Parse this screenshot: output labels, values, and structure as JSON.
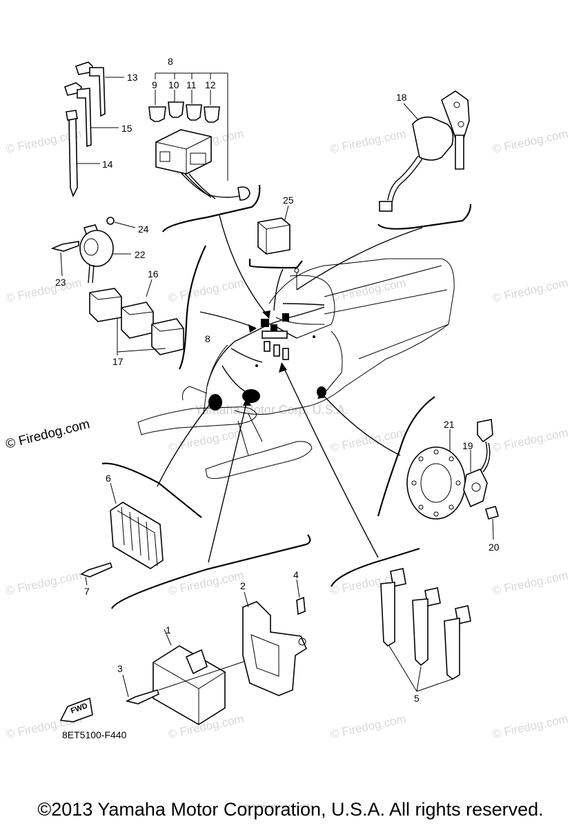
{
  "callouts": [
    {
      "id": "1",
      "text": "1"
    },
    {
      "id": "2",
      "text": "2"
    },
    {
      "id": "3",
      "text": "3"
    },
    {
      "id": "4",
      "text": "4"
    },
    {
      "id": "5",
      "text": "5"
    },
    {
      "id": "6",
      "text": "6"
    },
    {
      "id": "7",
      "text": "7"
    },
    {
      "id": "8a",
      "text": "8"
    },
    {
      "id": "8b",
      "text": "8"
    },
    {
      "id": "9",
      "text": "9"
    },
    {
      "id": "10",
      "text": "10"
    },
    {
      "id": "11",
      "text": "11"
    },
    {
      "id": "12",
      "text": "12"
    },
    {
      "id": "13",
      "text": "13"
    },
    {
      "id": "14",
      "text": "14"
    },
    {
      "id": "15",
      "text": "15"
    },
    {
      "id": "16",
      "text": "16"
    },
    {
      "id": "17",
      "text": "17"
    },
    {
      "id": "18",
      "text": "18"
    },
    {
      "id": "19",
      "text": "19"
    },
    {
      "id": "20",
      "text": "20"
    },
    {
      "id": "21",
      "text": "21"
    },
    {
      "id": "22",
      "text": "22"
    },
    {
      "id": "23",
      "text": "23"
    },
    {
      "id": "24",
      "text": "24"
    },
    {
      "id": "25",
      "text": "25"
    }
  ],
  "watermark": "© Firedog.com",
  "center_watermark": "Yamaha Motor Corp, U.S.A.",
  "diagram_code": "8ET5100-F440",
  "fwd_label": "FWD",
  "copyright": "©2013 Yamaha Motor Corporation, U.S.A. All rights reserved.",
  "fine_print": "(c) 2005-2015 Yamaha Motor Corporation, U.S.A."
}
